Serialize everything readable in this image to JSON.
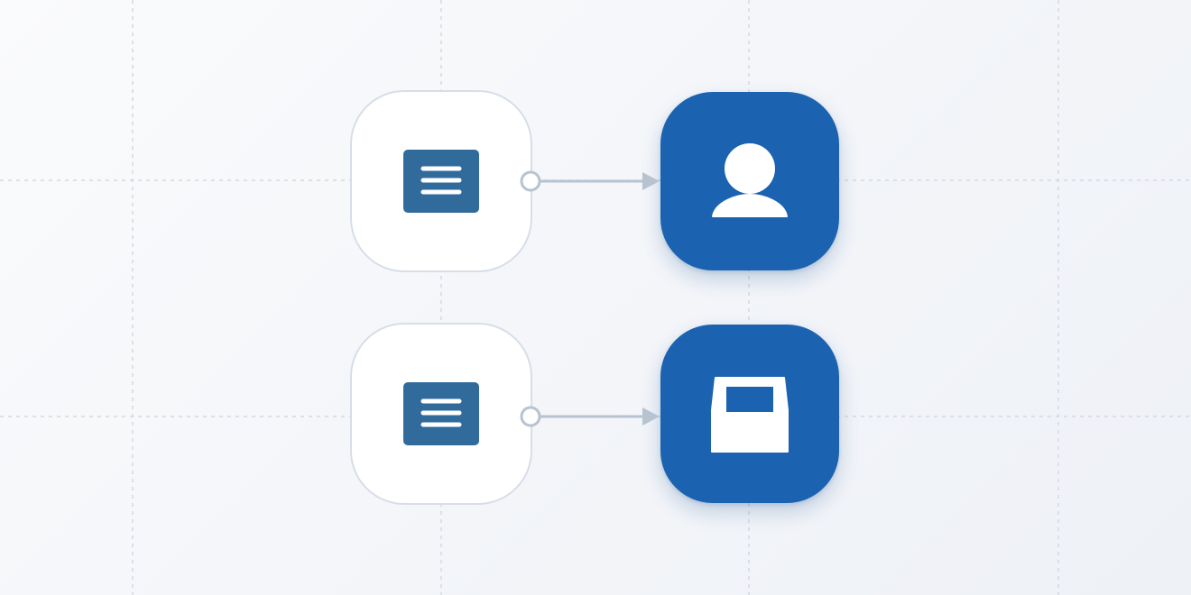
{
  "diagram": {
    "nodes": [
      {
        "id": "source-1",
        "kind": "source",
        "icon": "text-document-icon"
      },
      {
        "id": "target-1",
        "kind": "target",
        "icon": "user-icon"
      },
      {
        "id": "source-2",
        "kind": "source",
        "icon": "text-document-icon"
      },
      {
        "id": "target-2",
        "kind": "target",
        "icon": "inbox-icon"
      }
    ],
    "edges": [
      {
        "from": "source-1",
        "to": "target-1",
        "style": "arrow"
      },
      {
        "from": "source-2",
        "to": "target-2",
        "style": "arrow"
      }
    ]
  },
  "colors": {
    "background": "#f4f6f9",
    "grid_line": "#d0d6df",
    "source_fill": "#ffffff",
    "source_border": "#d7dee8",
    "source_icon": "#316b9c",
    "target_fill": "#1b63b0",
    "target_icon": "#ffffff",
    "connector": "#b7c3d1"
  }
}
